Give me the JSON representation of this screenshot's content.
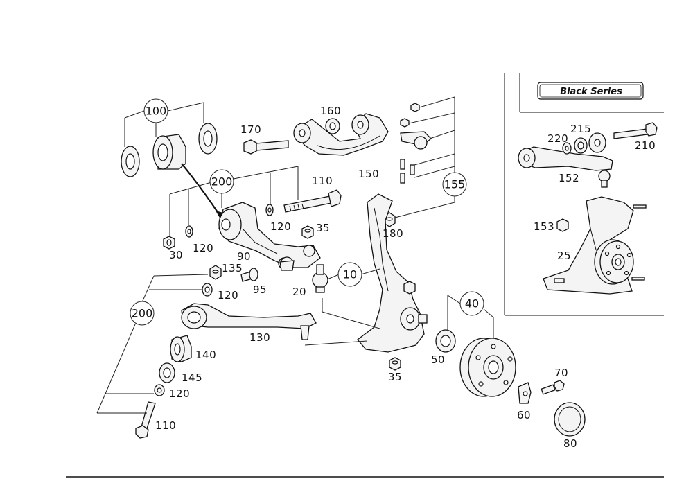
{
  "inset": {
    "badge": "Black Series"
  },
  "callouts": {
    "c100": "100",
    "c200a": "200",
    "c200b": "200",
    "c155": "155",
    "c10": "10",
    "c40": "40"
  },
  "labels": {
    "l170": "170",
    "l160": "160",
    "l150": "150",
    "l110a": "110",
    "l120a": "120",
    "l35a": "35",
    "l180": "180",
    "l30": "30",
    "l120b": "120",
    "l90": "90",
    "l135": "135",
    "l95": "95",
    "l20": "20",
    "l120c": "120",
    "l130": "130",
    "l140": "140",
    "l145": "145",
    "l120d": "120",
    "l110b": "110",
    "l35b": "35",
    "l50": "50",
    "l60": "60",
    "l70": "70",
    "l80": "80",
    "l220": "220",
    "l215": "215",
    "l210": "210",
    "l152": "152",
    "l153": "153",
    "l25": "25"
  }
}
